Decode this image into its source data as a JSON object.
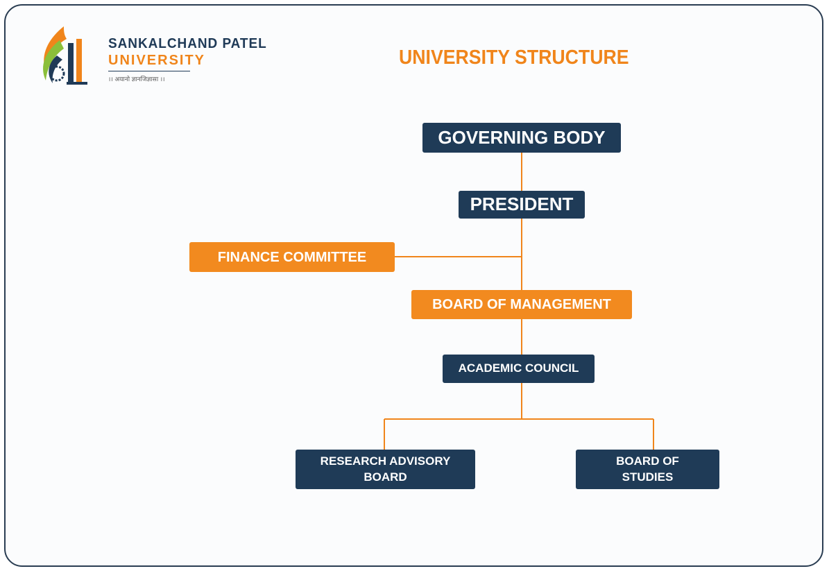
{
  "logo": {
    "line1": "SANKALCHAND PATEL",
    "line2": "UNIVERSITY",
    "motto": "।। अयानो ज्ञानजिज्ञासा ।।"
  },
  "title": "UNIVERSITY STRUCTURE",
  "colors": {
    "navy": "#1f3b57",
    "orange": "#f28a1f",
    "line": "#f0851b"
  },
  "nodes": {
    "governing_body": "GOVERNING BODY",
    "president": "PRESIDENT",
    "finance_committee": "FINANCE COMMITTEE",
    "board_of_management": "BOARD OF MANAGEMENT",
    "academic_council": "ACADEMIC COUNCIL",
    "research_advisory_board": "RESEARCH ADVISORY BOARD",
    "board_of_studies": "BOARD OF STUDIES"
  }
}
